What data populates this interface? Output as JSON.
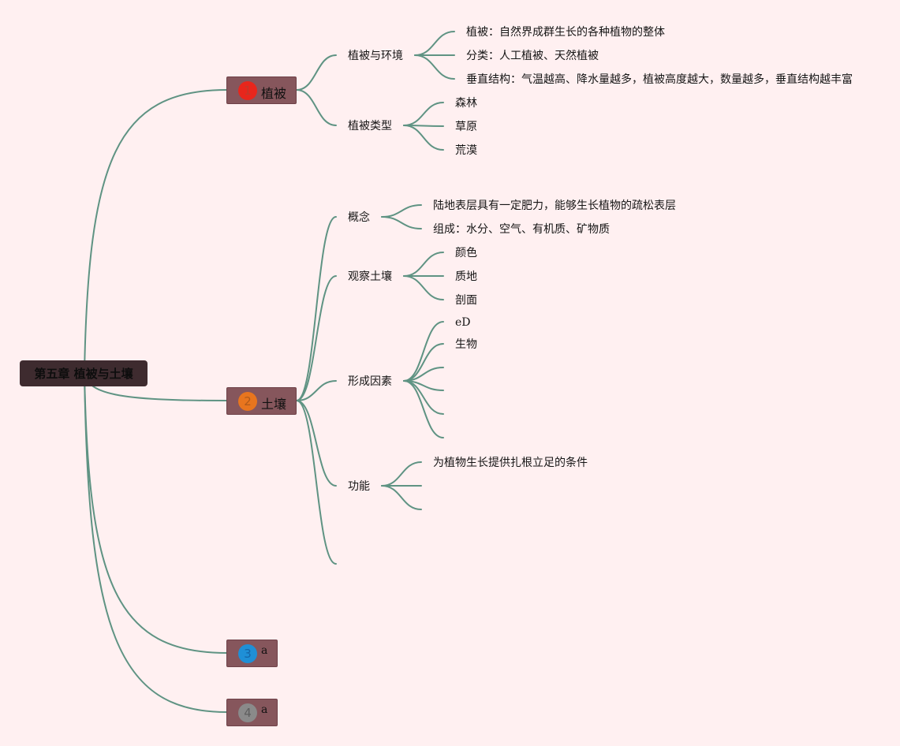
{
  "root": {
    "label": "第五章 植被与土壤"
  },
  "branches": [
    {
      "badge": "1",
      "badge_color": "#e8261c",
      "badge_text_color": "#c0392b",
      "label": "植被",
      "children": [
        {
          "label": "植被与环境",
          "children": [
            "植被：自然界成群生长的各种植物的整体",
            "分类：人工植被、天然植被",
            "垂直结构：气温越高、降水量越多，植被高度越大，数量越多，垂直结构越丰富"
          ]
        },
        {
          "label": "植被类型",
          "children": [
            "森林",
            "草原",
            "荒漠"
          ]
        }
      ]
    },
    {
      "badge": "2",
      "badge_color": "#e8751e",
      "badge_text_color": "#b05a1a",
      "label": "土壤",
      "children": [
        {
          "label": "概念",
          "children": [
            "陆地表层具有一定肥力，能够生长植物的疏松表层",
            "组成：水分、空气、有机质、矿物质"
          ]
        },
        {
          "label": "观察土壤",
          "children": [
            "颜色",
            "质地",
            "剖面"
          ]
        },
        {
          "label": "形成因素",
          "children": [
            "eD",
            "生物",
            "",
            "",
            "",
            ""
          ]
        },
        {
          "label": "功能",
          "children": [
            "为植物生长提供扎根立足的条件",
            "",
            ""
          ]
        },
        {
          "label": "",
          "children": []
        }
      ]
    },
    {
      "badge": "3",
      "badge_color": "#1f8fd6",
      "badge_text_color": "#1565a8",
      "label": "a",
      "children": []
    },
    {
      "badge": "4",
      "badge_color": "#8a8a8a",
      "badge_text_color": "#5e5e5e",
      "label": "a",
      "children": []
    }
  ],
  "colors": {
    "link": "#5f9383",
    "background": "#fff0f1",
    "main_node": "#86565c",
    "root_node": "#3e2b2f"
  }
}
